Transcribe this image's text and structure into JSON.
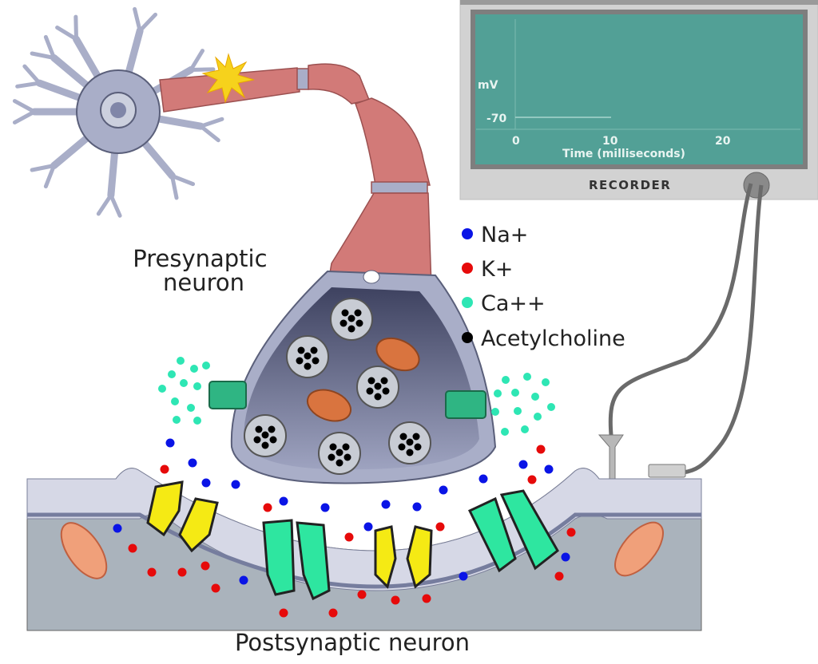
{
  "labels": {
    "presynaptic_line1": "Presynaptic",
    "presynaptic_line2": "neuron",
    "postsynaptic": "Postsynaptic neuron"
  },
  "legend": [
    {
      "label": "Na+",
      "color": "#0a14e6"
    },
    {
      "label": "K+",
      "color": "#e60a0a"
    },
    {
      "label": "Ca++",
      "color": "#2ee6b4"
    },
    {
      "label": "Acetylcholine",
      "color": "#000000"
    }
  ],
  "recorder": {
    "title": "RECORDER",
    "y_unit": "mV",
    "y_tick": "-70",
    "x_ticks": [
      "0",
      "10",
      "20"
    ],
    "x_label": "Time (milliseconds)",
    "trace": {
      "start_ms": 0,
      "end_ms": 10,
      "value_mv": -70
    },
    "screen_color": "#52a096"
  },
  "colors": {
    "axon": "#d27a78",
    "neuron": "#a9aec8",
    "channel": "#2fb583",
    "receptor": "#f5ea14"
  }
}
